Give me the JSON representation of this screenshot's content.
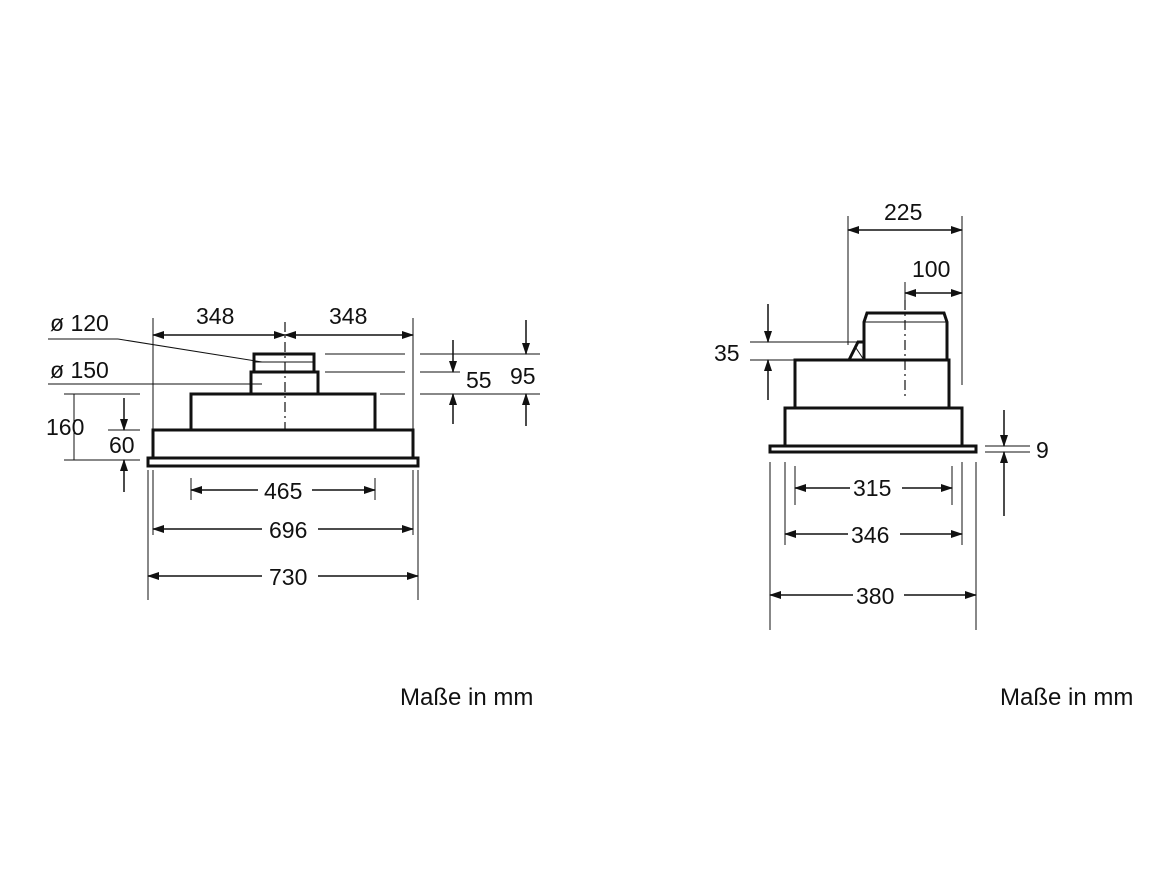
{
  "front_view": {
    "labels": {
      "dia_small": "ø 120",
      "dia_large": "ø 150",
      "left_half": "348",
      "right_half": "348",
      "height_55": "55",
      "height_95": "95",
      "height_160": "160",
      "height_60": "60",
      "width_465": "465",
      "width_696": "696",
      "width_730": "730"
    },
    "caption": "Maße in mm"
  },
  "side_view": {
    "labels": {
      "depth_225": "225",
      "depth_100": "100",
      "height_35": "35",
      "height_9": "9",
      "width_315": "315",
      "width_346": "346",
      "width_380": "380"
    },
    "caption": "Maße in mm"
  }
}
